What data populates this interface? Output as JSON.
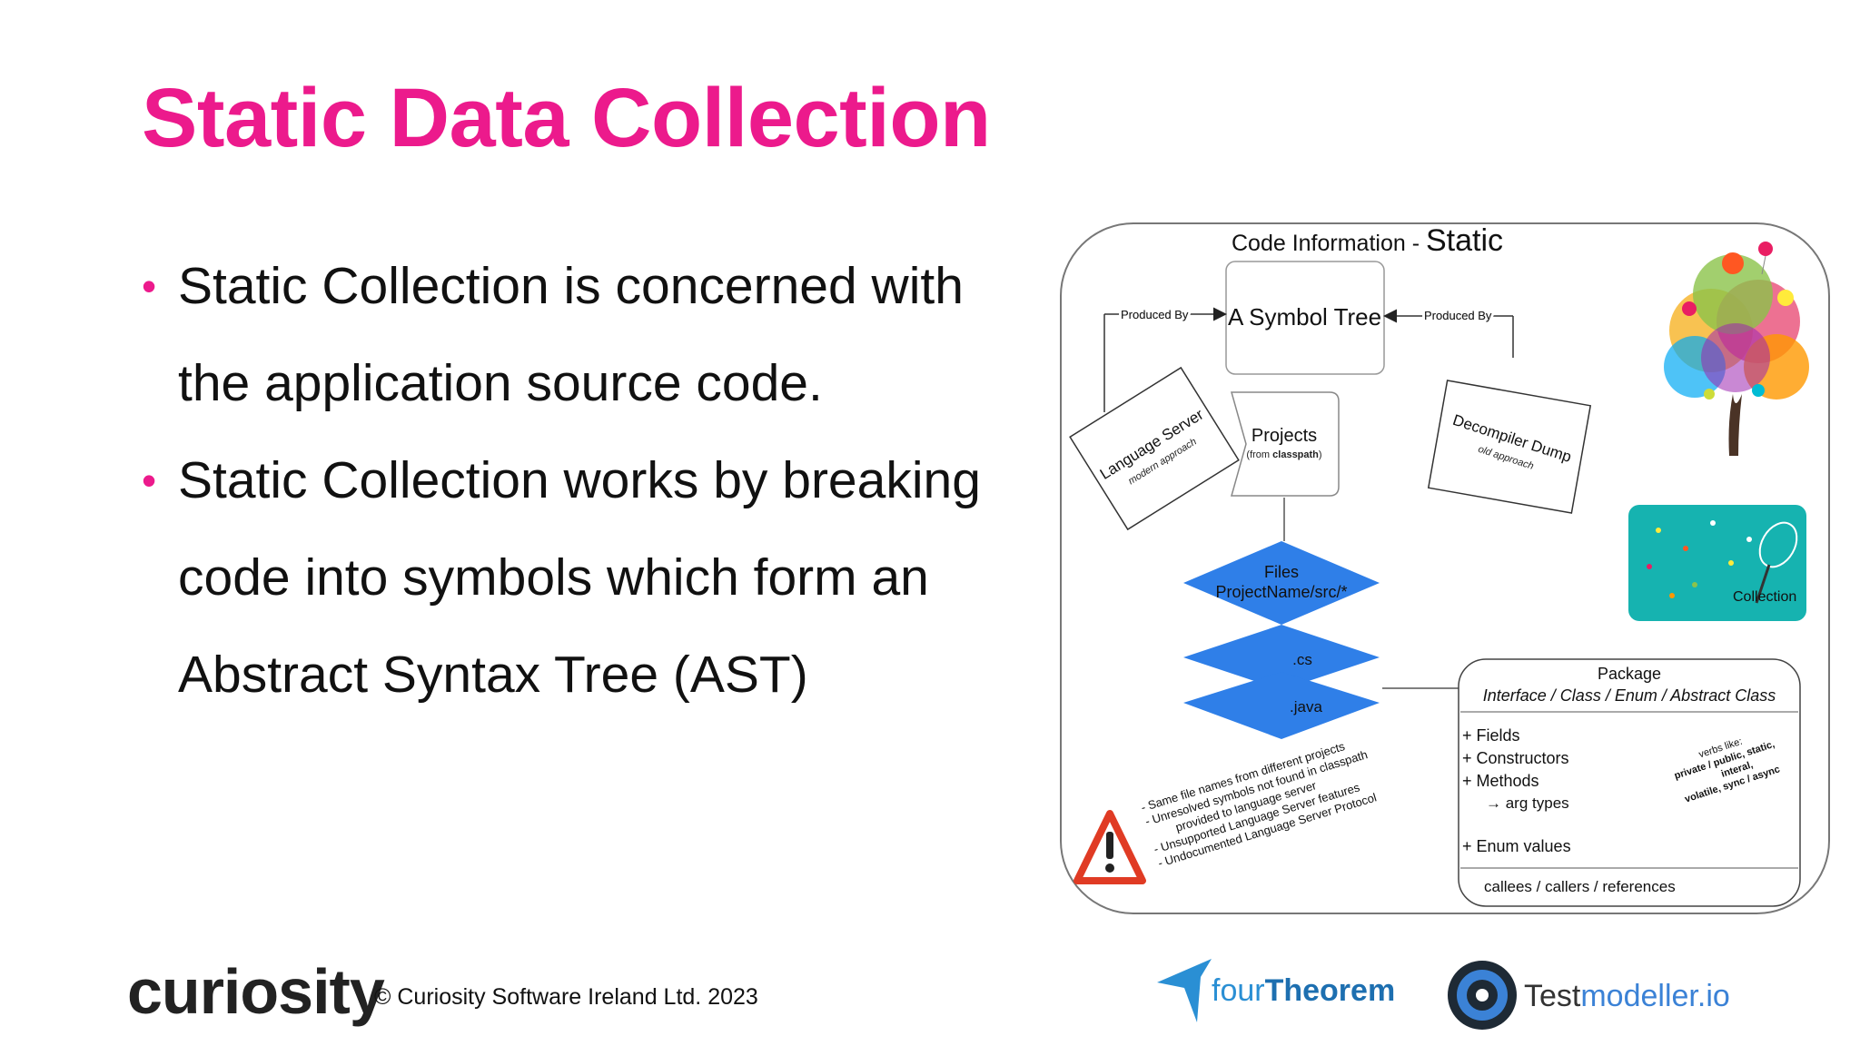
{
  "slide": {
    "title": "Static Data Collection",
    "bullets": [
      {
        "line1": "Static Collection is concerned with",
        "line2": "the application source code."
      },
      {
        "line1": "Static Collection works by breaking",
        "line2": "code into symbols which form an",
        "line3": "Abstract Syntax Tree (AST)"
      }
    ],
    "footer": {
      "brand": "curiosity",
      "copyright": "© Curiosity Software Ireland Ltd. 2023",
      "partner1_a": "four",
      "partner1_b": "Theorem",
      "partner2_a": "Test",
      "partner2_b": "modeller.io"
    },
    "accent_color": "#ec1a8c"
  },
  "diagram": {
    "heading_a": "Code Information - ",
    "heading_b": "Static",
    "symbol_tree": "A Symbol Tree",
    "produced_by_left": "Produced By",
    "produced_by_right": "Produced By",
    "language_server": "Language Server",
    "language_server_sub": "modern approach",
    "projects": "Projects",
    "projects_sub_a": "(from ",
    "projects_sub_b": "classpath",
    "projects_sub_c": ")",
    "decompiler": "Decompiler Dump",
    "decompiler_sub": "old approach",
    "files_line1": "Files",
    "files_line2": "ProjectName/src/*",
    "cs": ".cs",
    "java": ".java",
    "package_title": "Package",
    "package_types": "Interface / Class / Enum / Abstract Class",
    "fields": "+ Fields",
    "constructors": "+ Constructors",
    "methods": "+ Methods",
    "arg_types": "→  arg types",
    "enum_values": "+ Enum values",
    "callees": "callees / callers / references",
    "verbs_1": "verbs like:",
    "verbs_2": "private / public, static,",
    "verbs_3": "interal,",
    "verbs_4": "volatile, sync / async",
    "collection": "Collection",
    "issues": [
      "- Same file names from different projects",
      "- Unresolved symbols not found in classpath",
      "provided to language server",
      "- Unsupported Language Server features",
      "- Undocumented Language Server Protocol"
    ]
  }
}
